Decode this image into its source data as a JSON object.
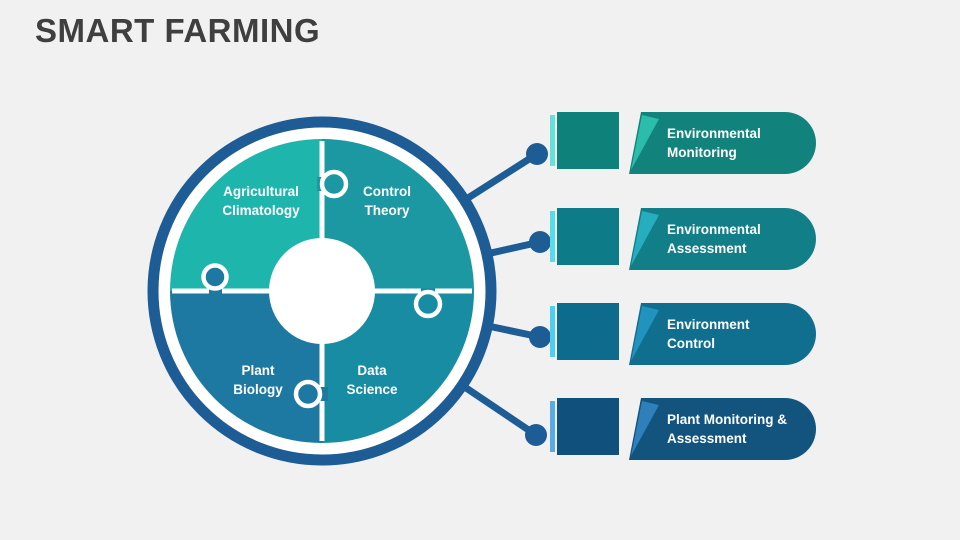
{
  "title": "SMART FARMING",
  "colors": {
    "background": "#f1f1f1",
    "title_text": "#3f3f3f",
    "connector": "#1e5c96",
    "ring": "#1e5c96",
    "seam_white": "#ffffff",
    "label_text": "#ffffff"
  },
  "puzzle": {
    "quadrants": [
      {
        "id": "agricultural-climatology",
        "label": "Agricultural\nClimatology",
        "color": "#1eb6ac"
      },
      {
        "id": "control-theory",
        "label": "Control\nTheory",
        "color": "#1b98a2"
      },
      {
        "id": "plant-biology",
        "label": "Plant\nBiology",
        "color": "#1e79a2"
      },
      {
        "id": "data-science",
        "label": "Data\nScience",
        "color": "#178ca2"
      }
    ]
  },
  "banners": [
    {
      "label": "Environmental\nMonitoring",
      "stripe": "#64e1d8",
      "block": "#0e827a",
      "body": "#12837c",
      "accent": "#2bbcab"
    },
    {
      "label": "Environmental\nAssessment",
      "stripe": "#55dee9",
      "block": "#0e7c88",
      "body": "#117e88",
      "accent": "#27aebe"
    },
    {
      "label": "Environment\nControl",
      "stripe": "#4ccff0",
      "block": "#0d6c8e",
      "body": "#106e8f",
      "accent": "#2292bf"
    },
    {
      "label": "Plant Monitoring &\nAssessment",
      "stripe": "#57ace8",
      "block": "#0f517c",
      "body": "#13547e",
      "accent": "#2f80ba"
    }
  ]
}
